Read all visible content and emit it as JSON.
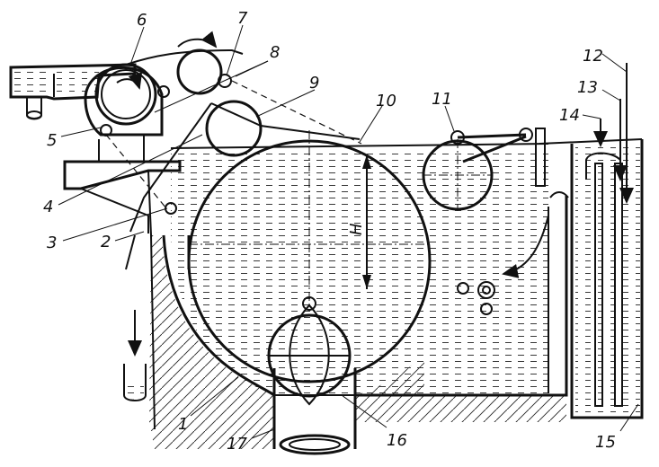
{
  "labels": [
    {
      "id": "1",
      "text": "1"
    },
    {
      "id": "2",
      "text": "2"
    },
    {
      "id": "3",
      "text": "3"
    },
    {
      "id": "4",
      "text": "4"
    },
    {
      "id": "5",
      "text": "5"
    },
    {
      "id": "6",
      "text": "6"
    },
    {
      "id": "7",
      "text": "7"
    },
    {
      "id": "8",
      "text": "8"
    },
    {
      "id": "9",
      "text": "9"
    },
    {
      "id": "10",
      "text": "10"
    },
    {
      "id": "11",
      "text": "11"
    },
    {
      "id": "12",
      "text": "12"
    },
    {
      "id": "13",
      "text": "13"
    },
    {
      "id": "14",
      "text": "14"
    },
    {
      "id": "15",
      "text": "15"
    },
    {
      "id": "16",
      "text": "16"
    },
    {
      "id": "17",
      "text": "17"
    }
  ],
  "dimension": {
    "text": "H"
  }
}
